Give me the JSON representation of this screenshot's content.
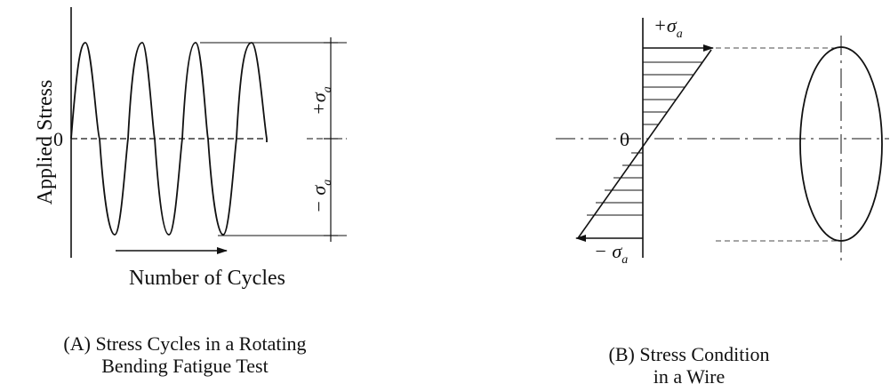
{
  "panel_a": {
    "y_axis_label": "Applied Stress",
    "zero_label": "0",
    "x_axis_label": "Number of Cycles",
    "plus_label": "+σ",
    "minus_label": "− σ",
    "amp_sub": "a",
    "caption_line1": "(A) Stress Cycles in a Rotating",
    "caption_line2": "Bending Fatigue Test"
  },
  "panel_b": {
    "zero_label": "0",
    "plus_label": "+σ",
    "minus_label": "− σ",
    "amp_sub": "a",
    "caption_line1": "(B) Stress Condition",
    "caption_line2": "in a Wire"
  }
}
